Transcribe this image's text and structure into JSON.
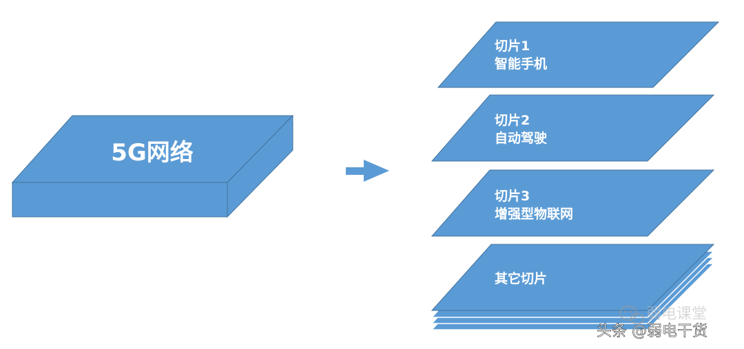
{
  "network": {
    "label": "5G网络"
  },
  "slices": [
    {
      "title": "切片1",
      "subtitle": "智能手机"
    },
    {
      "title": "切片2",
      "subtitle": "自动驾驶"
    },
    {
      "title": "切片3",
      "subtitle": "增强型物联网"
    },
    {
      "title": "其它切片",
      "subtitle": ""
    }
  ],
  "watermark": {
    "account": "弱电课堂",
    "text": "头条 @弱电干货"
  },
  "colors": {
    "fill": "#5b9bd5",
    "stroke": "#41719c",
    "text": "#ffffff"
  },
  "icons": {
    "arrow": "right-arrow-icon",
    "watermark": "wechat-icon"
  }
}
